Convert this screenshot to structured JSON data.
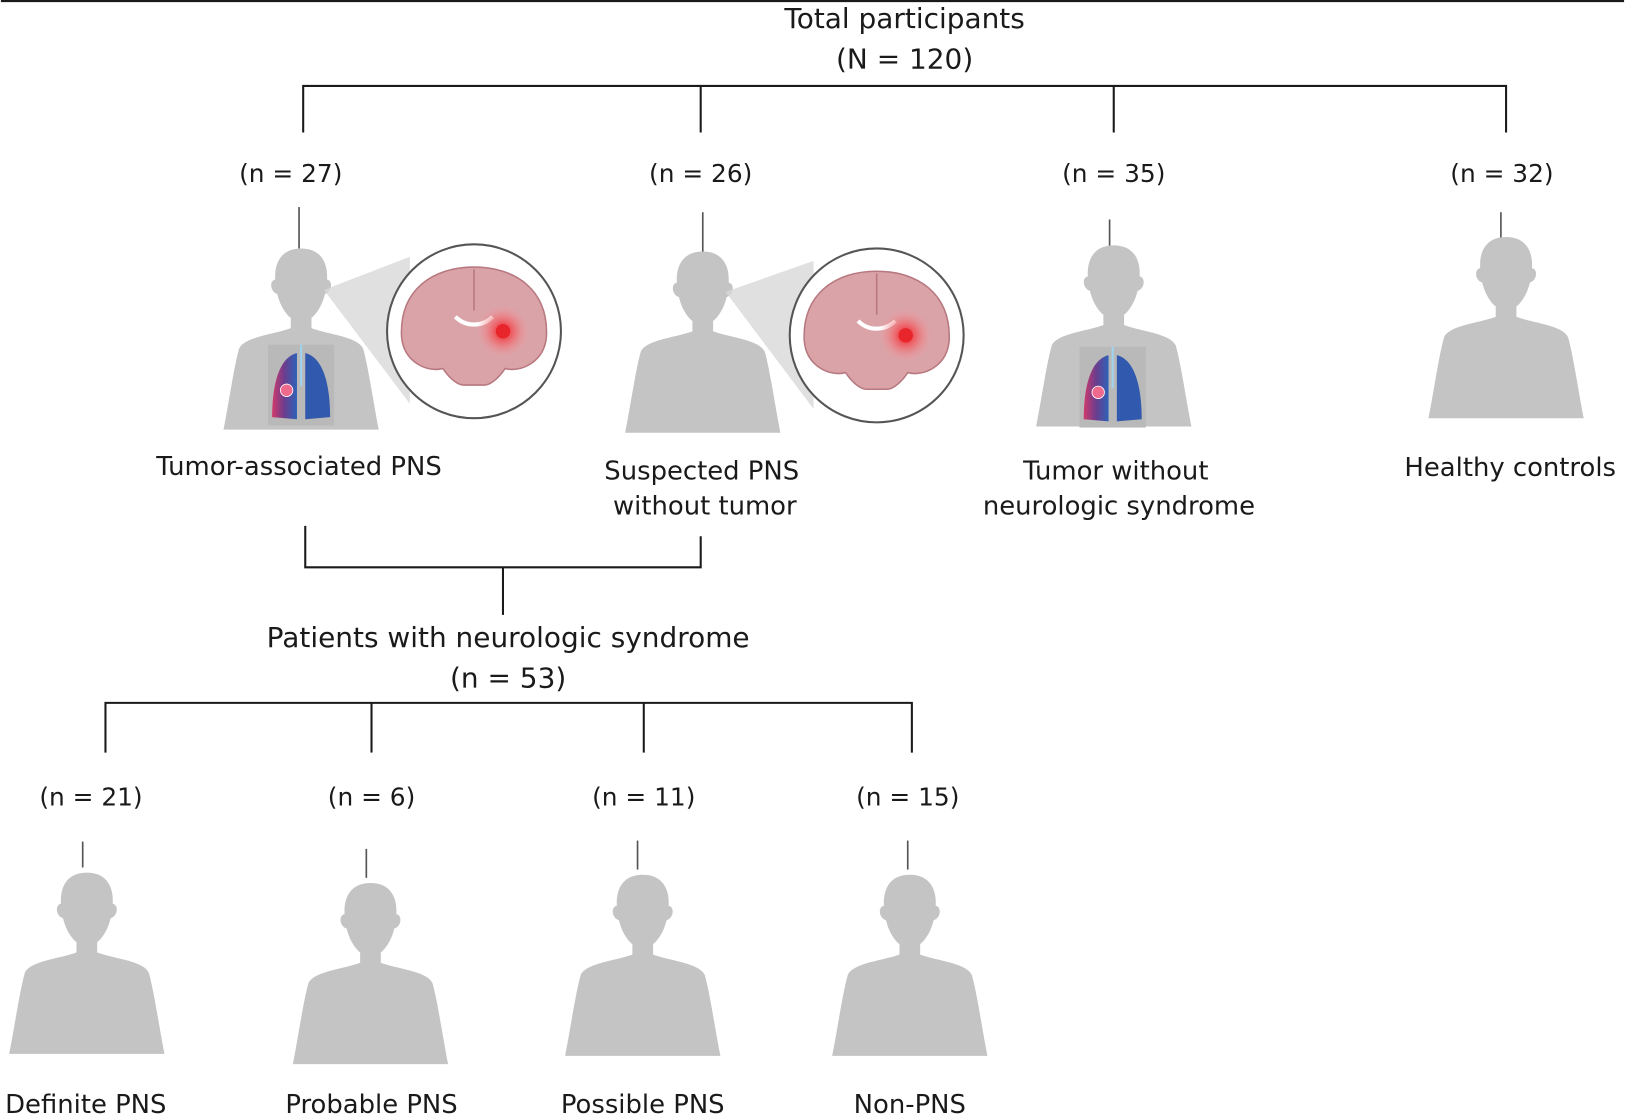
{
  "diagram": {
    "root": {
      "title": "Total participants",
      "count": "(N =  120)"
    },
    "groups": [
      {
        "count": "(n = 27)",
        "label_lines": [
          "Tumor-associated PNS"
        ],
        "icon": "person-with-lung-tumor-and-brain-lesion"
      },
      {
        "count": "(n = 26)",
        "label_lines": [
          "Suspected PNS",
          "without tumor"
        ],
        "icon": "person-with-brain-lesion"
      },
      {
        "count": "(n = 35)",
        "label_lines": [
          "Tumor without",
          "neurologic syndrome"
        ],
        "icon": "person-with-lung-tumor"
      },
      {
        "count": "(n = 32)",
        "label_lines": [
          "Healthy controls"
        ],
        "icon": "person"
      }
    ],
    "subtotal": {
      "title": "Patients with neurologic syndrome",
      "count": "(n =  53)"
    },
    "subgroups": [
      {
        "count": "(n = 21)",
        "label": "Definite PNS",
        "icon": "person"
      },
      {
        "count": "(n =  6)",
        "label": "Probable PNS",
        "icon": "person"
      },
      {
        "count": "(n = 11)",
        "label": "Possible PNS",
        "icon": "person"
      },
      {
        "count": "(n = 15)",
        "label": "Non-PNS",
        "icon": "person"
      }
    ],
    "colors": {
      "silhouette": "#c4c4c4",
      "brain": "#d9a3a8",
      "lesion": "#e8252b",
      "lung_left": "#c0356a",
      "lung_right": "#3a5fb0",
      "line": "#1a1a1a"
    }
  }
}
